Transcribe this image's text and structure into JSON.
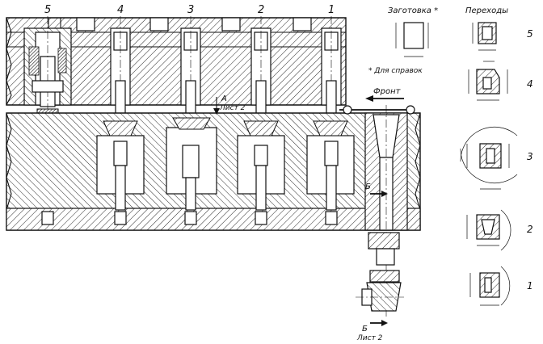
{
  "station_labels": [
    "5",
    "4",
    "3",
    "2",
    "1"
  ],
  "blank_title": "Заготовка *",
  "transitions_title": "Переходы",
  "reference_note": "* Для справок",
  "front_label": "Фронт",
  "view_a": {
    "letter": "А",
    "sheet": "Лист 2"
  },
  "section_b": {
    "letter": "Б",
    "sheet": "Лист 2"
  },
  "transition_numbers": [
    "5",
    "4",
    "3",
    "2",
    "1"
  ]
}
